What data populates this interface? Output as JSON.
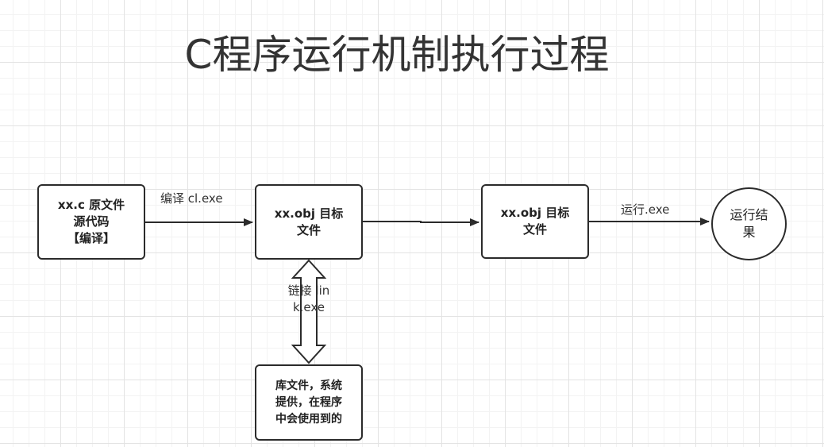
{
  "title": "C程序运行机制执行过程",
  "nodes": {
    "source": {
      "lines": [
        "xx.c 原文件",
        "源代码",
        "【编译】"
      ]
    },
    "object1": {
      "lines": [
        "xx.obj 目标",
        "文件"
      ]
    },
    "object2": {
      "lines": [
        "xx.obj 目标",
        "文件"
      ]
    },
    "library": {
      "lines": [
        "库文件，系统",
        "提供，在程序",
        "中会使用到的"
      ]
    },
    "result": {
      "lines": [
        "运行结",
        "果"
      ]
    }
  },
  "edges": {
    "compile_label": "编译 cl.exe",
    "link_label": "链接 link.exe",
    "run_label": "运行.exe"
  }
}
